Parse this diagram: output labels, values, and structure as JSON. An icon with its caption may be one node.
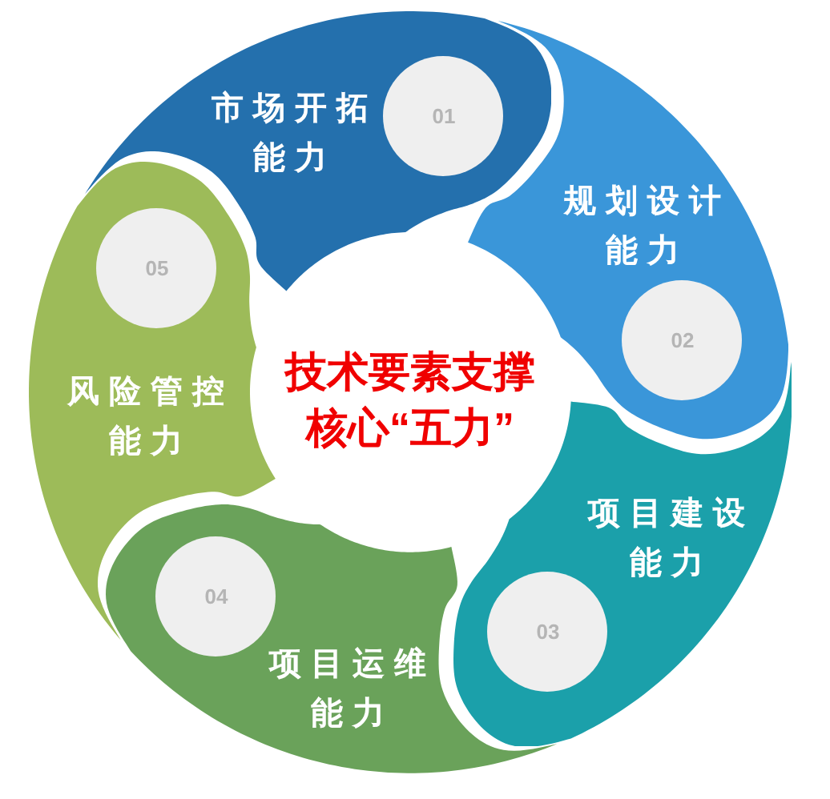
{
  "diagram": {
    "nodes": [
      {
        "text": [
          "市场开拓能力"
        ]
      },
      {
        "text": [
          "01"
        ],
        "in": 0
      },
      {
        "text": [
          "规划设计能力"
        ]
      },
      {
        "text": [
          "02"
        ],
        "in": 2
      },
      {
        "text": [
          "项目建设能力"
        ]
      },
      {
        "text": [
          "03"
        ],
        "in": 4
      },
      {
        "text": [
          "项目运维能力"
        ]
      },
      {
        "text": [
          "04"
        ],
        "in": 6
      },
      {
        "text": [
          "风险管控能力"
        ]
      },
      {
        "text": [
          "05"
        ],
        "in": 8
      }
    ],
    "labels": [
      "技术要素支撑核心“五力”"
    ]
  }
}
